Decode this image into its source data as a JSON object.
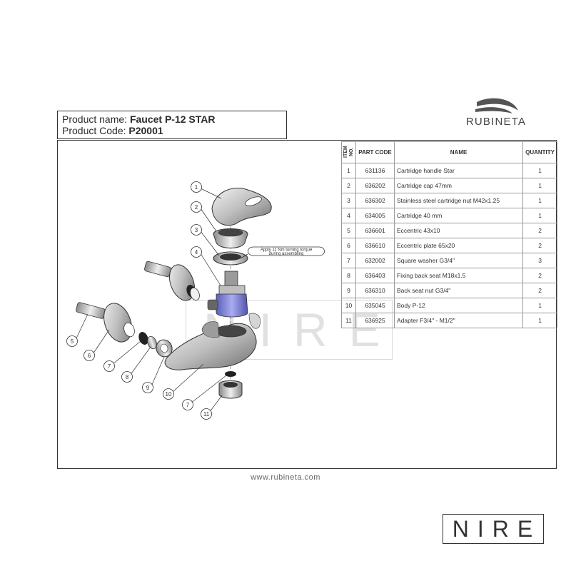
{
  "header": {
    "product_name_label": "Product name:",
    "product_name": "Faucet P-12 STAR",
    "product_code_label": "Product Code:",
    "product_code": "P20001"
  },
  "brand": {
    "name": "RUBINETA",
    "website": "www.rubineta.com",
    "watermark": "NIRE"
  },
  "table": {
    "headers": {
      "item_no": "ITEM NO.",
      "part_code": "PART CODE",
      "name": "NAME",
      "quantity": "QUANTITY"
    },
    "rows": [
      {
        "no": "1",
        "code": "631136",
        "name": "Cartridge handle Star",
        "qty": "1"
      },
      {
        "no": "2",
        "code": "636202",
        "name": "Cartridge cap 47mm",
        "qty": "1"
      },
      {
        "no": "3",
        "code": "636302",
        "name": "Stainless steel cartridge nut  M42x1.25",
        "qty": "1"
      },
      {
        "no": "4",
        "code": "634005",
        "name": "Cartridge 40 mm",
        "qty": "1"
      },
      {
        "no": "5",
        "code": "636601",
        "name": "Eccentric 43x10",
        "qty": "2"
      },
      {
        "no": "6",
        "code": "636610",
        "name": "Eccentric plate 65x20",
        "qty": "2"
      },
      {
        "no": "7",
        "code": "632002",
        "name": "Square washer G3/4\"",
        "qty": "3"
      },
      {
        "no": "8",
        "code": "636403",
        "name": "Fixing back seat M18x1.5",
        "qty": "2"
      },
      {
        "no": "9",
        "code": "636310",
        "name": "Back seat nut G3/4\"",
        "qty": "2"
      },
      {
        "no": "10",
        "code": "635045",
        "name": "Body P-12",
        "qty": "1"
      },
      {
        "no": "11",
        "code": "636925",
        "name": "Adapter F3/4\" - M1/2\"",
        "qty": "1"
      }
    ]
  },
  "drawing": {
    "note_line1": "Apply 11 Nm turning torque",
    "note_line2": "during assembling",
    "callouts": [
      "1",
      "2",
      "3",
      "4",
      "5",
      "6",
      "7",
      "8",
      "9",
      "10",
      "7",
      "11"
    ],
    "colors": {
      "steel": "#c9c9c9",
      "dark": "#555555",
      "cartridge": "#7b7fd0",
      "line": "#333333"
    }
  }
}
